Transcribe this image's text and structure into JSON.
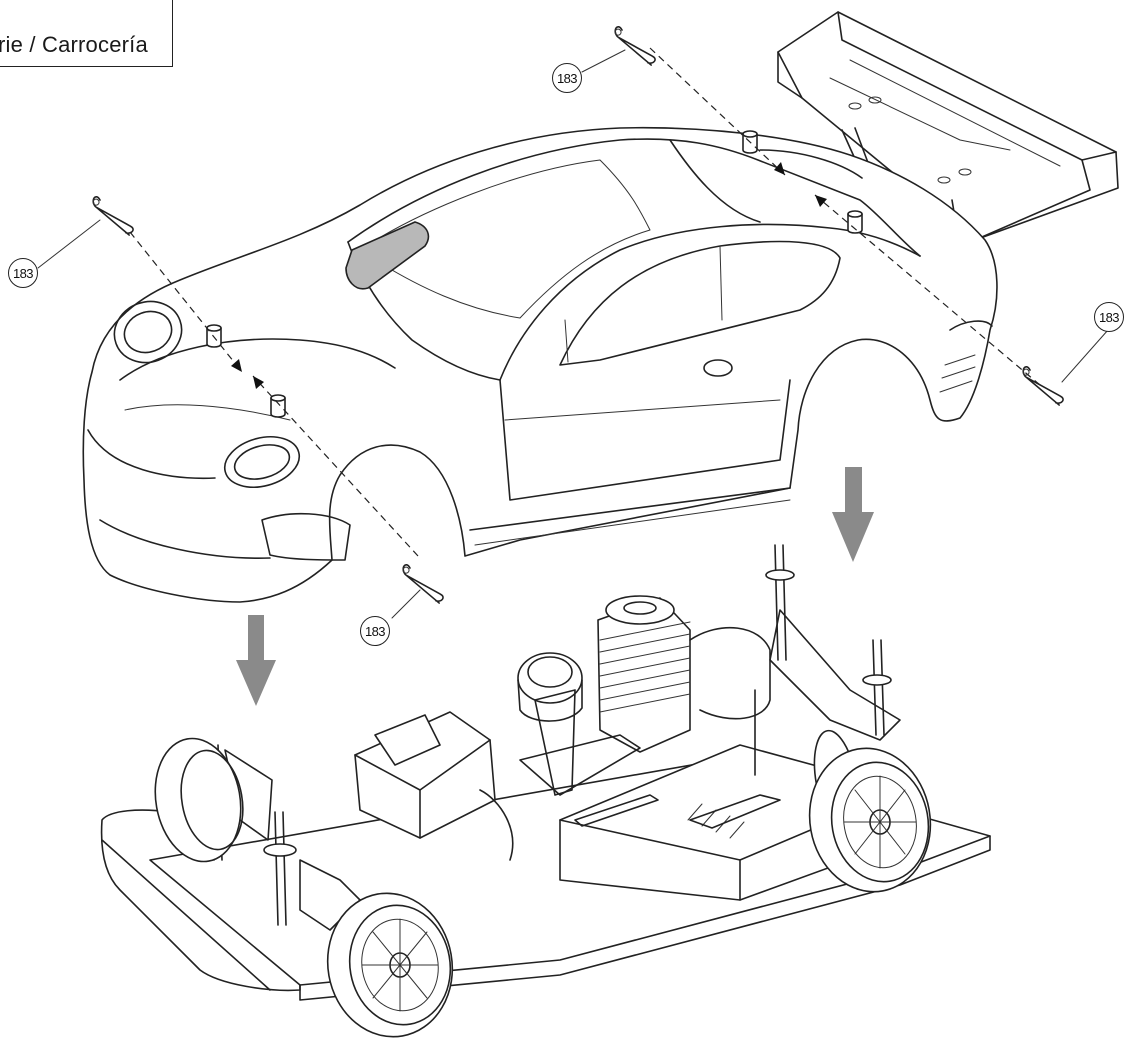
{
  "section": {
    "title": "rie / Carrocería"
  },
  "callouts": [
    {
      "id": "clip-front-left",
      "number": "183"
    },
    {
      "id": "clip-front-lower",
      "number": "183"
    },
    {
      "id": "clip-rear-top",
      "number": "183"
    },
    {
      "id": "clip-rear-right",
      "number": "183"
    }
  ],
  "parts": {
    "clip_part_number": "183",
    "clip_icon": "body-clip-icon",
    "mount_post_icon": "body-post-icon"
  },
  "colors": {
    "line": "#222222",
    "direction_arrow": "#8a8a8a",
    "window_tint": "#b8b8b8"
  }
}
